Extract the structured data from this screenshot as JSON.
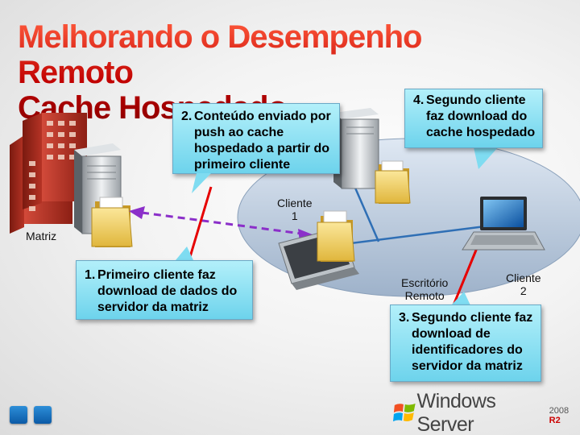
{
  "title": {
    "line1": "Melhorando o Desempenho",
    "line2": "Remoto",
    "line3": "Cache Hospedado"
  },
  "callouts": {
    "c2": {
      "num": "2.",
      "first": "Conteúdo enviado por",
      "rest": [
        "push ao cache",
        "hospedado a partir do",
        "primeiro cliente"
      ]
    },
    "c4": {
      "num": "4.",
      "first": "Segundo cliente",
      "rest": [
        "faz download do",
        "cache hospedado"
      ]
    },
    "c1": {
      "num": "1.",
      "first": "Primeiro cliente faz",
      "rest": [
        "download de dados do",
        "servidor da matriz"
      ]
    },
    "c3": {
      "num": "3.",
      "first": "Segundo cliente faz",
      "rest": [
        "download de",
        "identificadores do",
        "servidor da matriz"
      ]
    }
  },
  "labels": {
    "matriz": "Matriz",
    "cliente1_a": "Cliente",
    "cliente1_b": "1",
    "escritorio_a": "Escritório",
    "escritorio_b": "Remoto",
    "cliente2_a": "Cliente",
    "cliente2_b": "2"
  },
  "logo": {
    "text": "Windows Server",
    "version": "2008",
    "release": "R2"
  },
  "colors": {
    "title": "#c00000",
    "callout": "#7fdcf1",
    "link_line": "#e60000",
    "dashed_arrow": "#8b2fc9"
  }
}
